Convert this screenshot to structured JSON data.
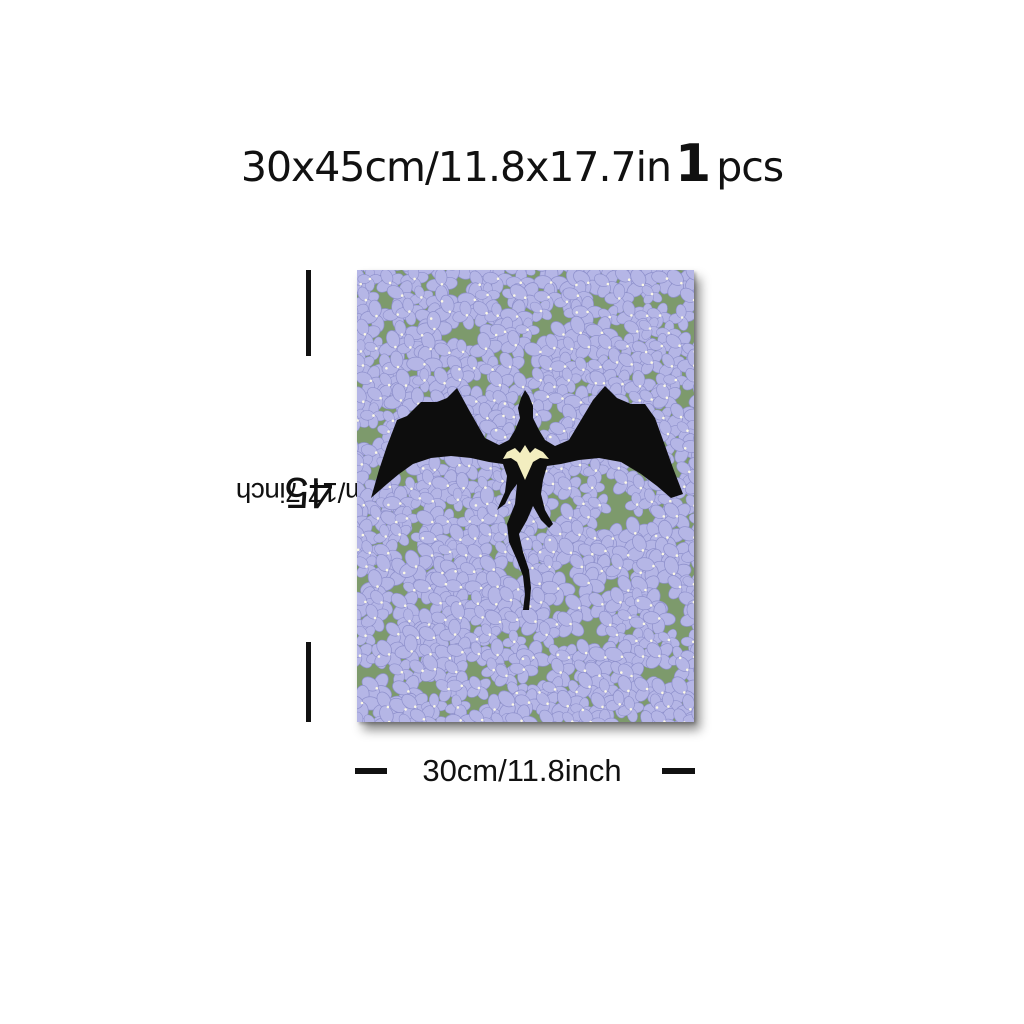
{
  "title": {
    "size_text": "30x45cm/11.8x17.7in",
    "quantity": "1",
    "unit": "pcs"
  },
  "dimensions": {
    "height_number": "45",
    "height_text": "cm/17.7inch",
    "width_text": "30cm/11.8inch"
  },
  "artwork": {
    "subject": "dragon-silhouette-over-flowers",
    "colors": {
      "background_green": "#7d9a6c",
      "flower_lavender": "#b5b6e6",
      "flower_vein": "#8f91cc",
      "dragon": "#0d0d0d",
      "emblem": "#f3eec0"
    }
  }
}
